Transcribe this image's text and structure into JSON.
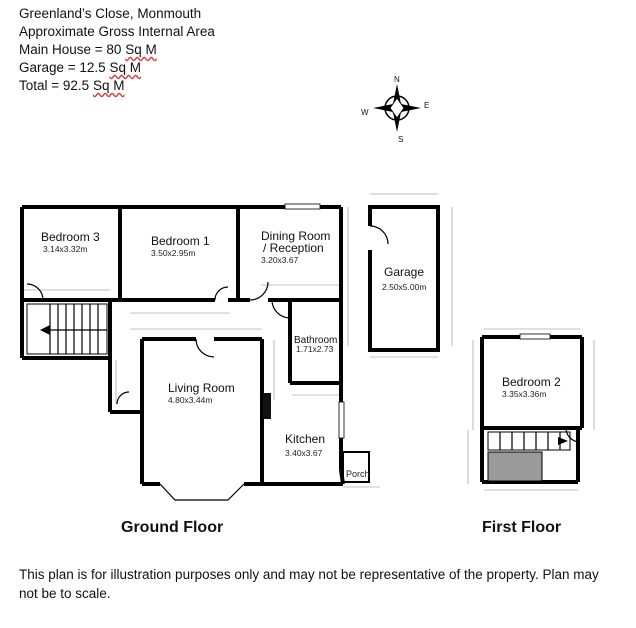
{
  "header": {
    "address": "Greenland’s Close, Monmouth",
    "area_title": "Approximate Gross Internal Area",
    "main_house": {
      "label": "Main House = 80 ",
      "unit": "Sq M"
    },
    "garage": {
      "label": "Garage = 12.5 ",
      "unit": "Sq M"
    },
    "total": {
      "label": "Total = 92.5 ",
      "unit": "Sq M"
    }
  },
  "compass": {
    "n": "N",
    "e": "E",
    "s": "S",
    "w": "W"
  },
  "rooms": {
    "bedroom3": {
      "name": "Bedroom 3",
      "dims": "3.14x3.32m"
    },
    "bedroom1": {
      "name": "Bedroom 1",
      "dims": "3.50x2.95m"
    },
    "dining": {
      "name_line1": "Dining Room",
      "name_line2": "/ Reception",
      "dims": "3.20x3.67"
    },
    "garage": {
      "name": "Garage",
      "dims": "2.50x5.00m"
    },
    "bathroom": {
      "name": "Bathroom",
      "dims": "1.71x2.73"
    },
    "living": {
      "name": "Living Room",
      "dims": "4.80x3.44m"
    },
    "kitchen": {
      "name": "Kitchen",
      "dims": "3.40x3.67"
    },
    "porch": {
      "name": "Porch"
    },
    "bedroom2": {
      "name": "Bedroom 2",
      "dims": "3.35x3.36m"
    }
  },
  "floors": {
    "ground": "Ground Floor",
    "first": "First Floor"
  },
  "footer": "This plan is for illustration purposes only and may not be representative of the property. Plan may not be to scale."
}
